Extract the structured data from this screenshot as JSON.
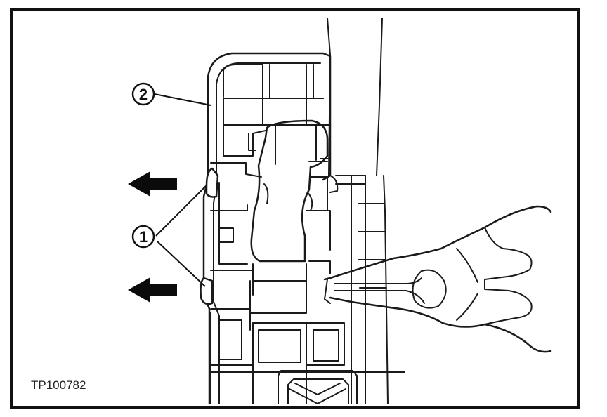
{
  "figure": {
    "callouts": [
      {
        "id": "1",
        "label": "1"
      },
      {
        "id": "2",
        "label": "2"
      }
    ],
    "arrows": [
      {
        "name": "upper",
        "direction": "left"
      },
      {
        "name": "lower",
        "direction": "left"
      }
    ],
    "code": "TP100782"
  },
  "colors": {
    "frame": "#111111",
    "line": "#1a1a1a",
    "arrow": "#0b0b0b",
    "background": "#ffffff"
  }
}
